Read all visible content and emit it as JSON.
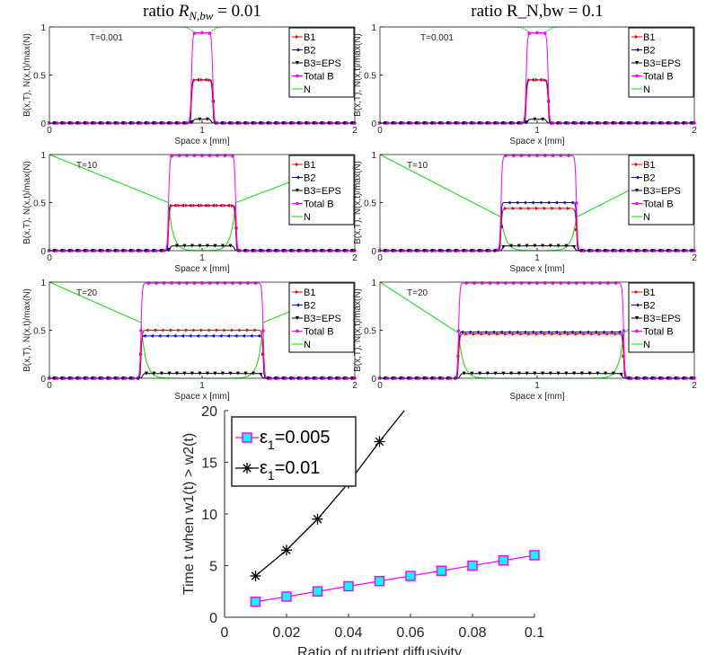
{
  "chart_data": [
    {
      "type": "line",
      "column_title": "ratio R_N,bw = 0.01",
      "title_prefix": "ratio ",
      "title_sym": "R",
      "title_sub": "N,bw",
      "title_val": " = 0.01",
      "xlabel": "Space x [mm]",
      "ylabel": "B(x,T), N(x,t)/max(N)",
      "xlim": [
        0,
        2
      ],
      "ylim": [
        0,
        1
      ],
      "xticks": [
        "0",
        "1",
        "2"
      ],
      "yticks": [
        "0",
        "0.5",
        "1"
      ],
      "legend": [
        "B1",
        "B2",
        "B3=EPS",
        "Total B",
        "N"
      ],
      "panels": [
        {
          "label": "T=0.001",
          "colony": [
            0.93,
            1.07
          ],
          "B1": 0.45,
          "B2": 0.45,
          "B3": 0.04,
          "total": 0.94,
          "N_edge": 0.93
        },
        {
          "label": "T=10",
          "colony": [
            0.78,
            1.22
          ],
          "B1": 0.47,
          "B2": 0.47,
          "B3": 0.05,
          "total": 0.99,
          "N_edge": 0.5
        },
        {
          "label": "T=20",
          "colony": [
            0.6,
            1.4
          ],
          "B1": 0.5,
          "B2": 0.44,
          "B3": 0.05,
          "total": 0.99,
          "N_edge": 0.58
        }
      ]
    },
    {
      "type": "line",
      "column_title": "ratio R_N,bw = 0.1",
      "title_prefix": "ratio ",
      "title_sym": "R",
      "title_sub": "N,bw",
      "title_val": " = 0.1",
      "xlabel": "Space x [mm]",
      "ylabel": "B(x,T), N(x,t)/max(N)",
      "xlim": [
        0,
        2
      ],
      "ylim": [
        0,
        1
      ],
      "xticks": [
        "0",
        "1",
        "2"
      ],
      "yticks": [
        "0",
        "0.5",
        "1"
      ],
      "legend": [
        "B1",
        "B2",
        "B3=EPS",
        "Total B",
        "N"
      ],
      "panels": [
        {
          "label": "T=0.001",
          "colony": [
            0.93,
            1.07
          ],
          "B1": 0.45,
          "B2": 0.45,
          "B3": 0.04,
          "total": 0.94,
          "N_edge": 0.93
        },
        {
          "label": "T=10",
          "colony": [
            0.77,
            1.25
          ],
          "B1": 0.44,
          "B2": 0.5,
          "B3": 0.05,
          "total": 0.99,
          "N_edge": 0.35
        },
        {
          "label": "T=20",
          "colony": [
            0.5,
            1.55
          ],
          "B1": 0.46,
          "B2": 0.48,
          "B3": 0.05,
          "total": 0.99,
          "N_edge": 0.47
        }
      ]
    },
    {
      "type": "line",
      "xlabel": "Ratio of nutrient diffusivity",
      "ylabel": "Time t when w1(t) > w2(t)",
      "xlim": [
        0,
        0.1
      ],
      "ylim": [
        0,
        20
      ],
      "xticks": [
        "0",
        "0.02",
        "0.04",
        "0.06",
        "0.08",
        "0.1"
      ],
      "yticks": [
        "0",
        "5",
        "10",
        "15",
        "20"
      ],
      "legend_position": "top-left",
      "series": [
        {
          "name": "ε1=0.005",
          "eps_sym": "ε",
          "eps_sub": "1",
          "eps_val": "=0.005",
          "color": "#ff00ff",
          "marker": "square",
          "marker_fill": "#00ffff",
          "x": [
            0.01,
            0.02,
            0.03,
            0.04,
            0.05,
            0.06,
            0.07,
            0.08,
            0.09,
            0.1
          ],
          "y": [
            1.5,
            2.0,
            2.5,
            3.0,
            3.5,
            4.0,
            4.5,
            5.0,
            5.5,
            6.0
          ]
        },
        {
          "name": "ε1=0.01",
          "eps_sym": "ε",
          "eps_sub": "1",
          "eps_val": "=0.01",
          "color": "#000000",
          "marker": "asterisk",
          "x": [
            0.01,
            0.02,
            0.03,
            0.04,
            0.05
          ],
          "y": [
            4.0,
            6.5,
            9.5,
            13.0,
            17.0
          ],
          "line_extends_to": [
            0.058,
            20
          ]
        }
      ]
    }
  ],
  "colors": {
    "B1": "#ff0000",
    "B2": "#0000ff",
    "B3": "#000000",
    "total": "#ff00ff",
    "N": "#00e000"
  }
}
